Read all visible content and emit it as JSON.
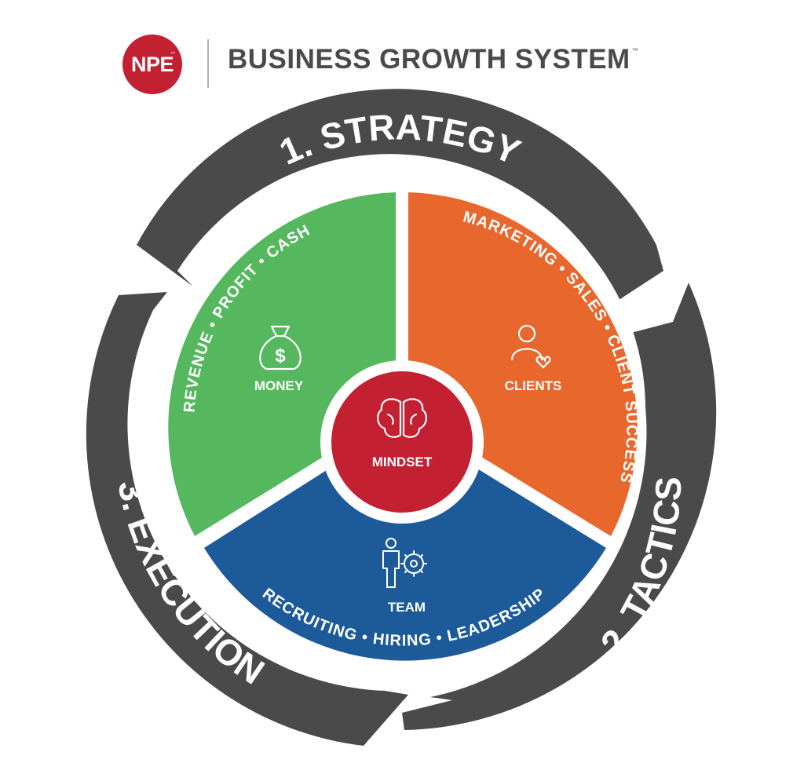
{
  "brand": {
    "logo_text": "NPE",
    "logo_tm": "™",
    "title": "BUSINESS GROWTH SYSTEM",
    "title_tm": "™"
  },
  "cycle": {
    "stages": [
      {
        "id": "strategy",
        "label": "1. STRATEGY"
      },
      {
        "id": "tactics",
        "label": "2. TACTICS"
      },
      {
        "id": "execution",
        "label": "3. EXECUTION"
      }
    ]
  },
  "segments": {
    "money": {
      "label": "MONEY",
      "arc_text": "REVENUE  •  PROFIT  •  CASH",
      "icon": "money-bag-icon"
    },
    "clients": {
      "label": "CLIENTS",
      "arc_text": "MARKETING  •  SALES  •  CLIENT SUCCESS",
      "icon": "person-heart-icon"
    },
    "team": {
      "label": "TEAM",
      "arc_text": "RECRUITING  •  HIRING  •  LEADERSHIP",
      "icon": "person-gear-icon"
    }
  },
  "center": {
    "label": "MINDSET",
    "icon": "brain-icon"
  },
  "colors": {
    "ring": "#4a4a4a",
    "money": "#55b85f",
    "clients": "#e8672d",
    "team": "#1d5a99",
    "mindset": "#c32032",
    "logo": "#c32032"
  }
}
